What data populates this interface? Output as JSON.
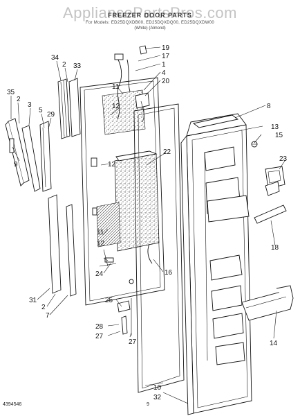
{
  "watermark": "AppliancePartsPros.com",
  "header": {
    "title": "FREEZER DOOR PARTS",
    "subtitle": "For Models: ED25DQXDB00, ED25DQXDQ00, ED25DQXDW00",
    "notes": "(White)          (Almond)"
  },
  "footer": {
    "doc_number": "4394546",
    "page_number": "9"
  },
  "callouts": [
    "34",
    "2",
    "33",
    "35",
    "2",
    "3",
    "5",
    "29",
    "9",
    "19",
    "17",
    "1",
    "4",
    "20",
    "11",
    "12",
    "8",
    "13",
    "15",
    "22",
    "23",
    "12",
    "18",
    "24",
    "16",
    "11",
    "12",
    "25",
    "28",
    "27",
    "27",
    "31",
    "2",
    "7",
    "10",
    "32",
    "14"
  ]
}
